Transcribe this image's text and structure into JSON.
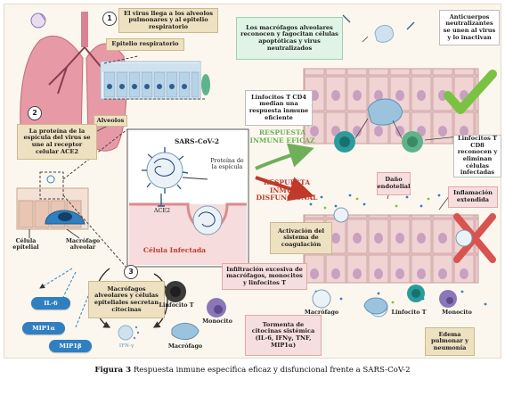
{
  "steps": {
    "s1": {
      "num": "1",
      "text": "El virus llega a los alveolos pulmonares y al epitelio respiratorio"
    },
    "s2": {
      "num": "2",
      "text": "La proteína de la espícula del virus se une al receptor celular ACE2"
    },
    "s3": {
      "num": "3",
      "text": "Macrófagos alveolares y células epiteliales secretan citocinas"
    }
  },
  "labels": {
    "epitelio": "Epitelio respiratorio",
    "alveolos": "Alveolos",
    "sars": "SARS-CoV-2",
    "espicula": "Proteína de la espícula",
    "ace2": "ACE2",
    "celula_infectada": "Célula Infectada",
    "celula_epitelial": "Célula epitelial",
    "macrofago_alveolar": "Macrófago alveolar",
    "linfocito_t_mid": "Linfocito T",
    "macrofago_low": "Macrófago",
    "monocito_low": "Monocito",
    "ifn": "IFN-γ",
    "macrofago_r": "Macrófago",
    "linfocito_t_r": "Linfocito T",
    "monocito_r": "Monocito"
  },
  "cytokines": [
    "IL-6",
    "MIP1α",
    "MIP1β"
  ],
  "responses": {
    "eficaz": "RESPUESTA INMUNE EFICAZ",
    "disfuncional": "RESPUESTA INMUNE DISFUNCIONAL"
  },
  "right_boxes": {
    "macrofagos": "Los macrófagos alveolares reconocen y fagocitan células apoptóticas y virus neutralizados",
    "anticuerpos": "Anticuerpos neutralizantes se unen al virus y lo inactivan",
    "cd4": "Linfocitos T CD4 median una respuesta inmune eficiente",
    "cd8": "Linfocitos T CD8 reconocen y eliminan células infectadas",
    "dano": "Daño endotelial",
    "inflamacion": "Inflamación extendida",
    "coagulacion": "Activación del sistema de coagulación",
    "infiltracion": "Infiltración excesiva de macrófagos, monocitos y linfocitos T",
    "tormenta": "Tormenta de citocinas sistémica (IL-6, IFNγ, TNF, MIP1α)",
    "edema": "Edema pulmonar y neumonía"
  },
  "caption": {
    "figure": "Figura 3",
    "text": "Respuesta inmune específica eficaz y disfuncional frente a SARS-CoV-2"
  },
  "colors": {
    "green_check": "#7cc242",
    "red_cross": "#d9534f",
    "arrow_green": "#6fae5a",
    "arrow_red": "#c0392b",
    "pill_blue": "#2f7fc1"
  }
}
